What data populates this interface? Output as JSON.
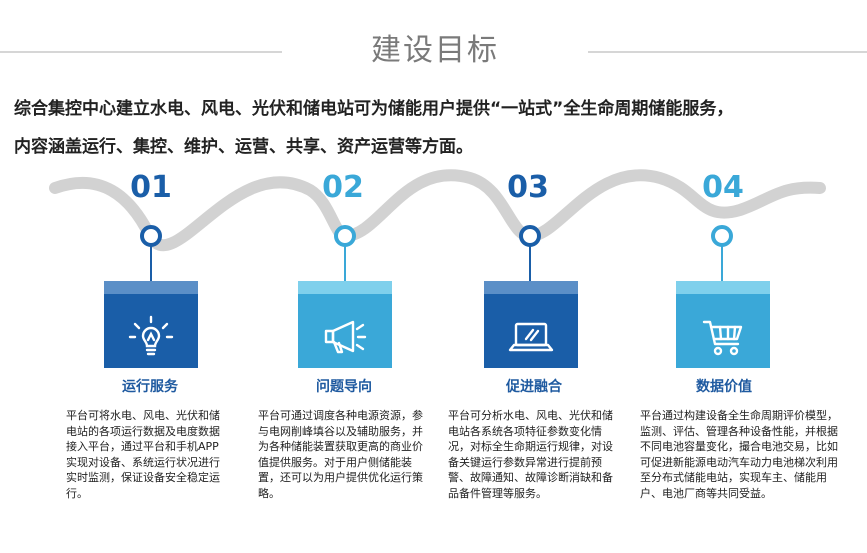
{
  "title": "建设目标",
  "intro": {
    "line1": "综合集控中心建立水电、风电、光伏和储电站可为储能用户提供“一站式”全生命周期储能服务，",
    "line2": "内容涵盖运行、集控、维护、运营、共享、资产运营等方面。"
  },
  "colors": {
    "accent_dark": "#1a5ea8",
    "accent_light": "#3aa8d8",
    "card_band_blue": "#5b8fc7",
    "card_band_cyan": "#7fd0ec",
    "wave": "#cfcfcf",
    "label": "#1f5aa0"
  },
  "steps": [
    {
      "number": "01",
      "label": "运行服务",
      "icon": "lightbulb-icon",
      "description": "平台可将水电、风电、光伏和储电站的各项运行数据及电度数据接入平台，通过平台和手机APP实现对设备、系统运行状况进行实时监测，保证设备安全稳定运行。"
    },
    {
      "number": "02",
      "label": "问题导向",
      "icon": "megaphone-icon",
      "description": "平台可通过调度各种电源资源，参与电网削峰填谷以及辅助服务，并为各种储能装置获取更高的商业价值提供服务。对于用户侧储能装置，还可以为用户提供优化运行策略。"
    },
    {
      "number": "03",
      "label": "促进融合",
      "icon": "laptop-icon",
      "description": "平台可分析水电、风电、光伏和储电站各系统各项特征参数变化情况，对标全生命期运行规律，对设备关键运行参数异常进行提前预警、故障通知、故障诊断消缺和备品备件管理等服务。"
    },
    {
      "number": "04",
      "label": "数据价值",
      "icon": "shopping-cart-icon",
      "description": "平台通过构建设备全生命周期评价模型，监测、评估、管理各种设备性能，并根据不同电池容量变化，撮合电池交易，比如可促进新能源电动汽车动力电池梯次利用至分布式储能电站，实现车主、储能用户、电池厂商等共同受益。"
    }
  ]
}
